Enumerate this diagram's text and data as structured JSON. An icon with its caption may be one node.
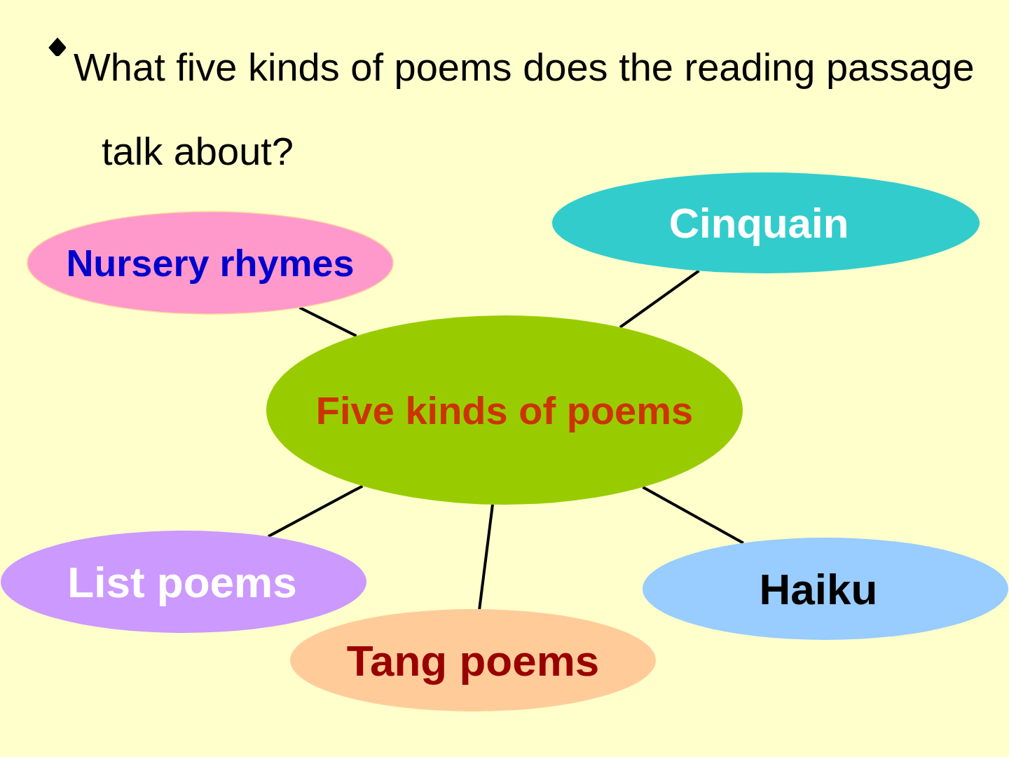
{
  "diagram": {
    "title": "What five kinds of poems does the reading passage talk about?",
    "nodes": [
      {
        "text": [
          "Cinquain"
        ]
      },
      {
        "text": [
          "Nursery rhymes"
        ]
      },
      {
        "text": [
          "Five kinds of poems"
        ]
      },
      {
        "text": [
          "List poems"
        ]
      },
      {
        "text": [
          "Haiku"
        ]
      },
      {
        "text": [
          "Tang poems"
        ]
      }
    ],
    "edges": [
      {
        "from": 2,
        "to": 0,
        "arrow": "none"
      },
      {
        "from": 2,
        "to": 1,
        "arrow": "none"
      },
      {
        "from": 2,
        "to": 3,
        "arrow": "none"
      },
      {
        "from": 2,
        "to": 4,
        "arrow": "none"
      },
      {
        "from": 2,
        "to": 5,
        "arrow": "none"
      }
    ]
  }
}
